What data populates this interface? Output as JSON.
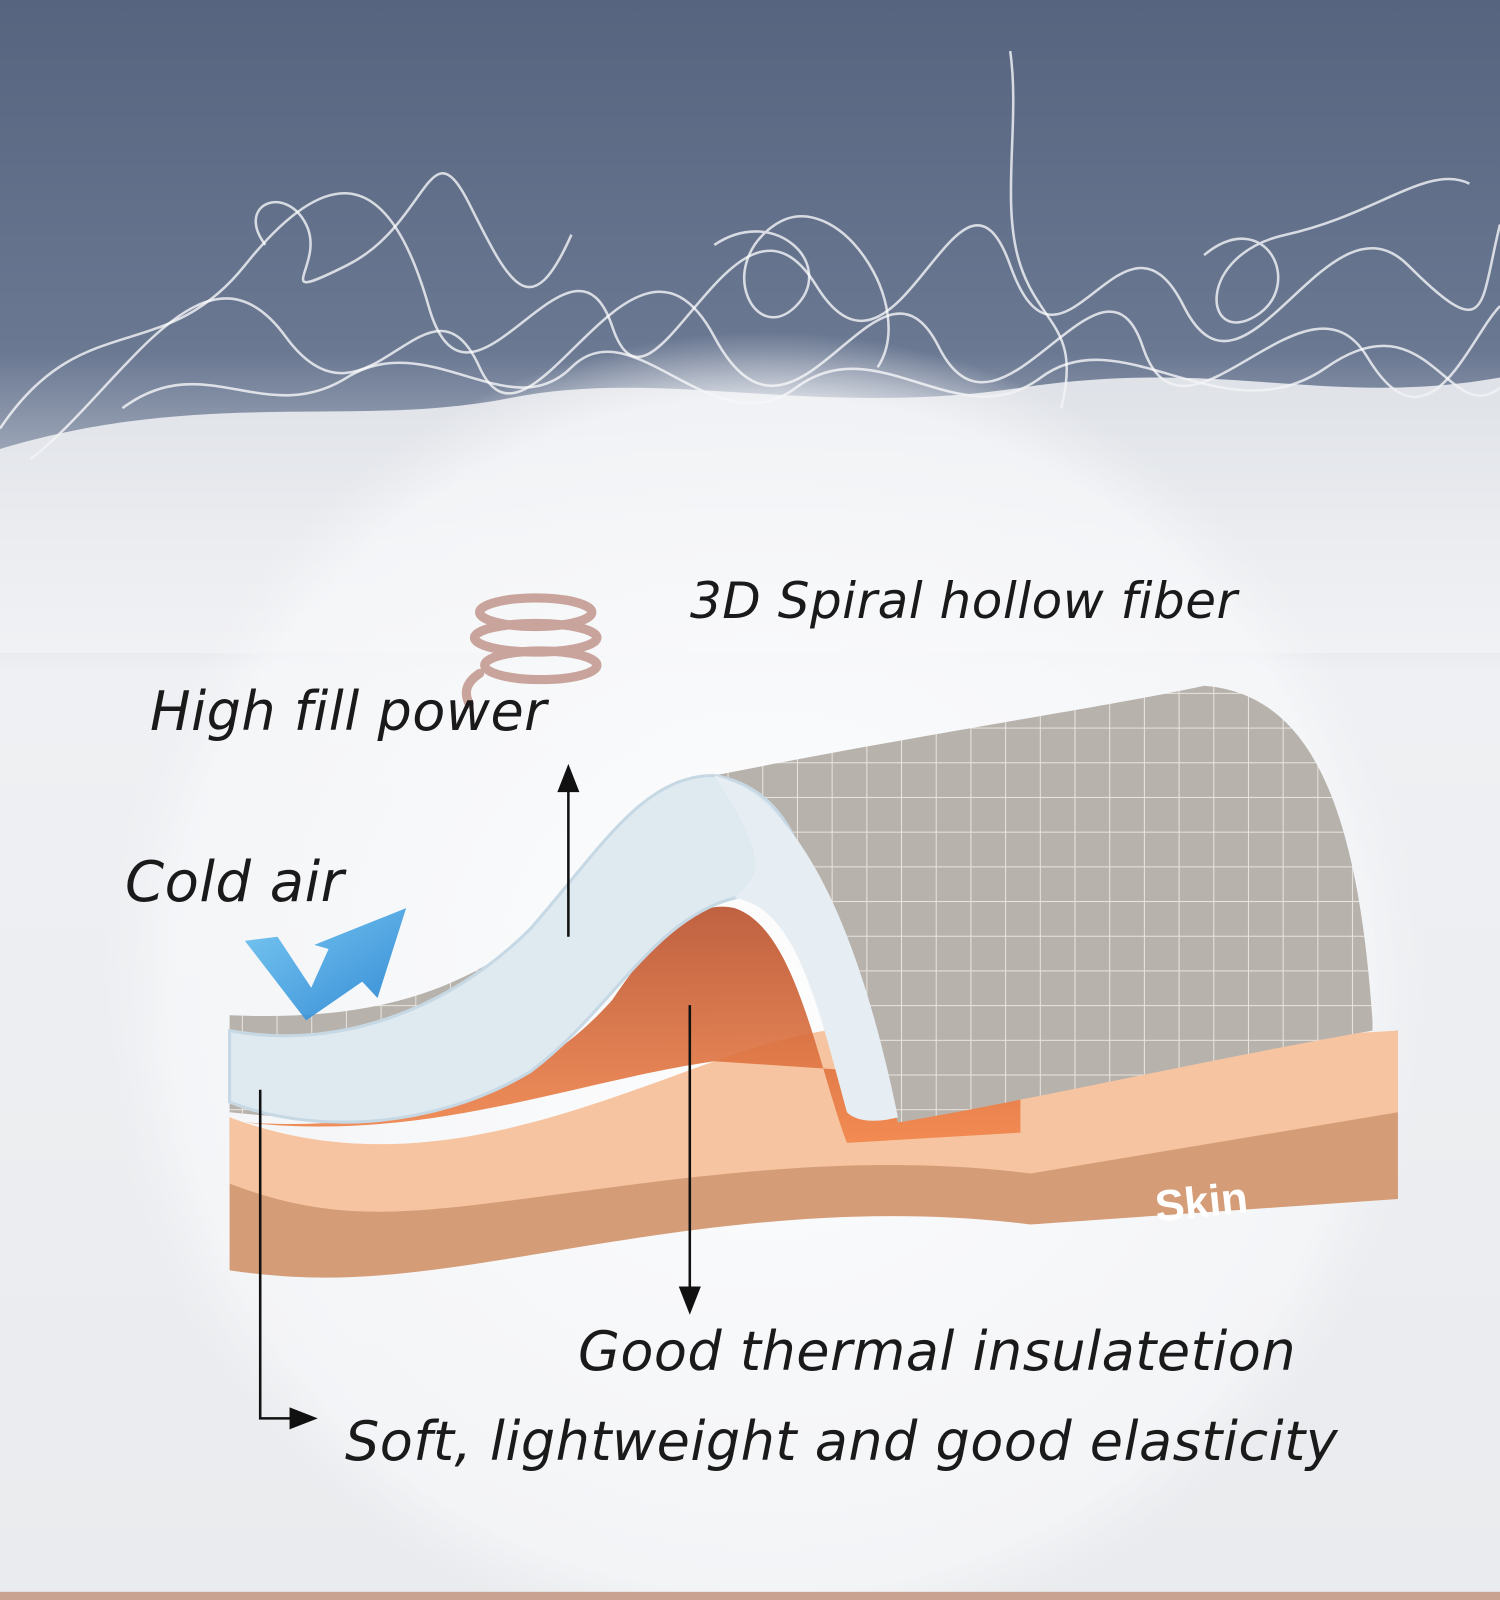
{
  "labels": {
    "spiral_fiber": "3D Spiral hollow fiber",
    "fill_power": "High fill power",
    "cold_air": "Cold air",
    "skin": "Skin",
    "thermal": "Good thermal insulatetion",
    "soft": "Soft, lightweight and good elasticity"
  },
  "colors": {
    "sky": "#5a6a86",
    "skin_top": "#f6c4a0",
    "skin_side": "#d59c78",
    "warm": "#e8703c",
    "fabric": "#b9b3ad",
    "arrow_blue": "#2a8fd8"
  }
}
